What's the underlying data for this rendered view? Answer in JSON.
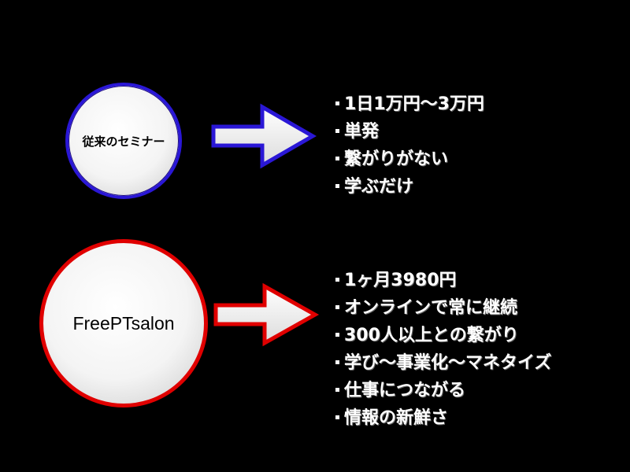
{
  "top": {
    "label": "従来のセミナー",
    "items": [
      "1日1万円～3万円",
      "単発",
      "繋がりがない",
      "学ぶだけ"
    ],
    "circle_color": "#2a17d6"
  },
  "bottom": {
    "label": "FreePTsalon",
    "items": [
      "1ヶ月3980円",
      "オンラインで常に継続",
      "300人以上との繋がり",
      "学び～事業化～マネタイズ",
      "仕事につながる",
      "情報の新鮮さ"
    ],
    "circle_color": "#e00000"
  },
  "colors": {
    "background": "#000000",
    "text": "#ffffff",
    "arrow_top_outline": "#2a17d6",
    "arrow_bottom_outline": "#e00000"
  }
}
